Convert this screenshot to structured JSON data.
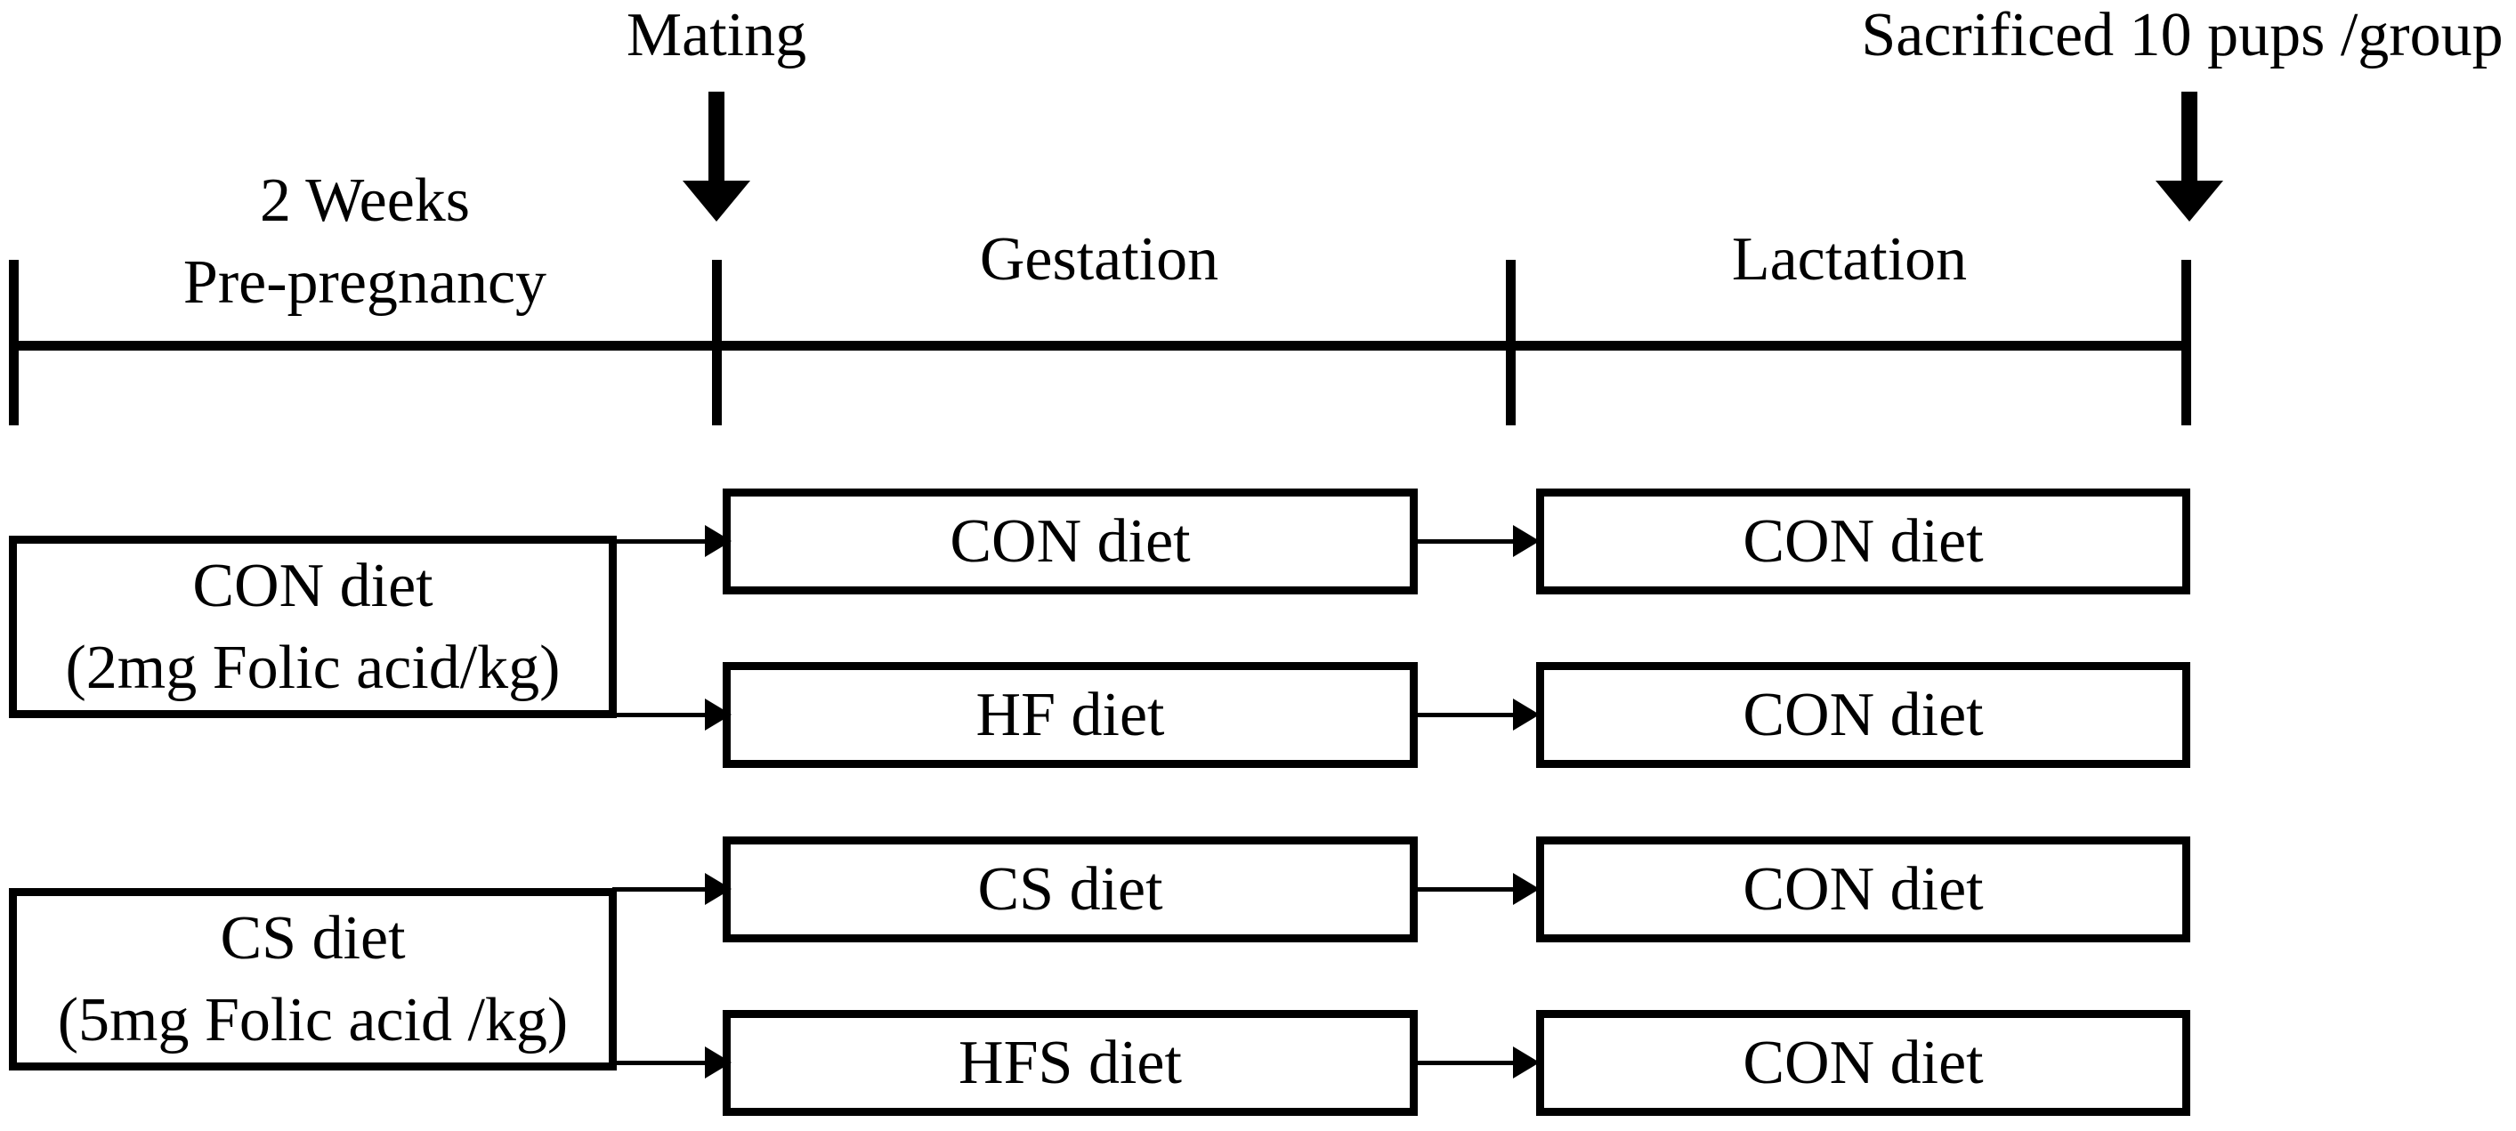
{
  "annotations": {
    "mating": "Mating",
    "sacrificed": "Sacrificed 10 pups /group"
  },
  "timeline": {
    "phases": [
      {
        "line1": "2 Weeks",
        "line2": "Pre-pregnancy"
      },
      {
        "label": "Gestation"
      },
      {
        "label": "Lactation"
      }
    ]
  },
  "groups": [
    {
      "pre_diet": "CON diet",
      "pre_detail": "(2mg Folic acid/kg)",
      "arms": [
        {
          "gestation": "CON diet",
          "lactation": "CON diet"
        },
        {
          "gestation": "HF diet",
          "lactation": "CON diet"
        }
      ]
    },
    {
      "pre_diet": "CS diet",
      "pre_detail": "(5mg Folic acid /kg)",
      "arms": [
        {
          "gestation": "CS diet",
          "lactation": "CON diet"
        },
        {
          "gestation": "HFS diet",
          "lactation": "CON diet"
        }
      ]
    }
  ],
  "colors": {
    "ink": "#000000",
    "background": "#ffffff"
  }
}
